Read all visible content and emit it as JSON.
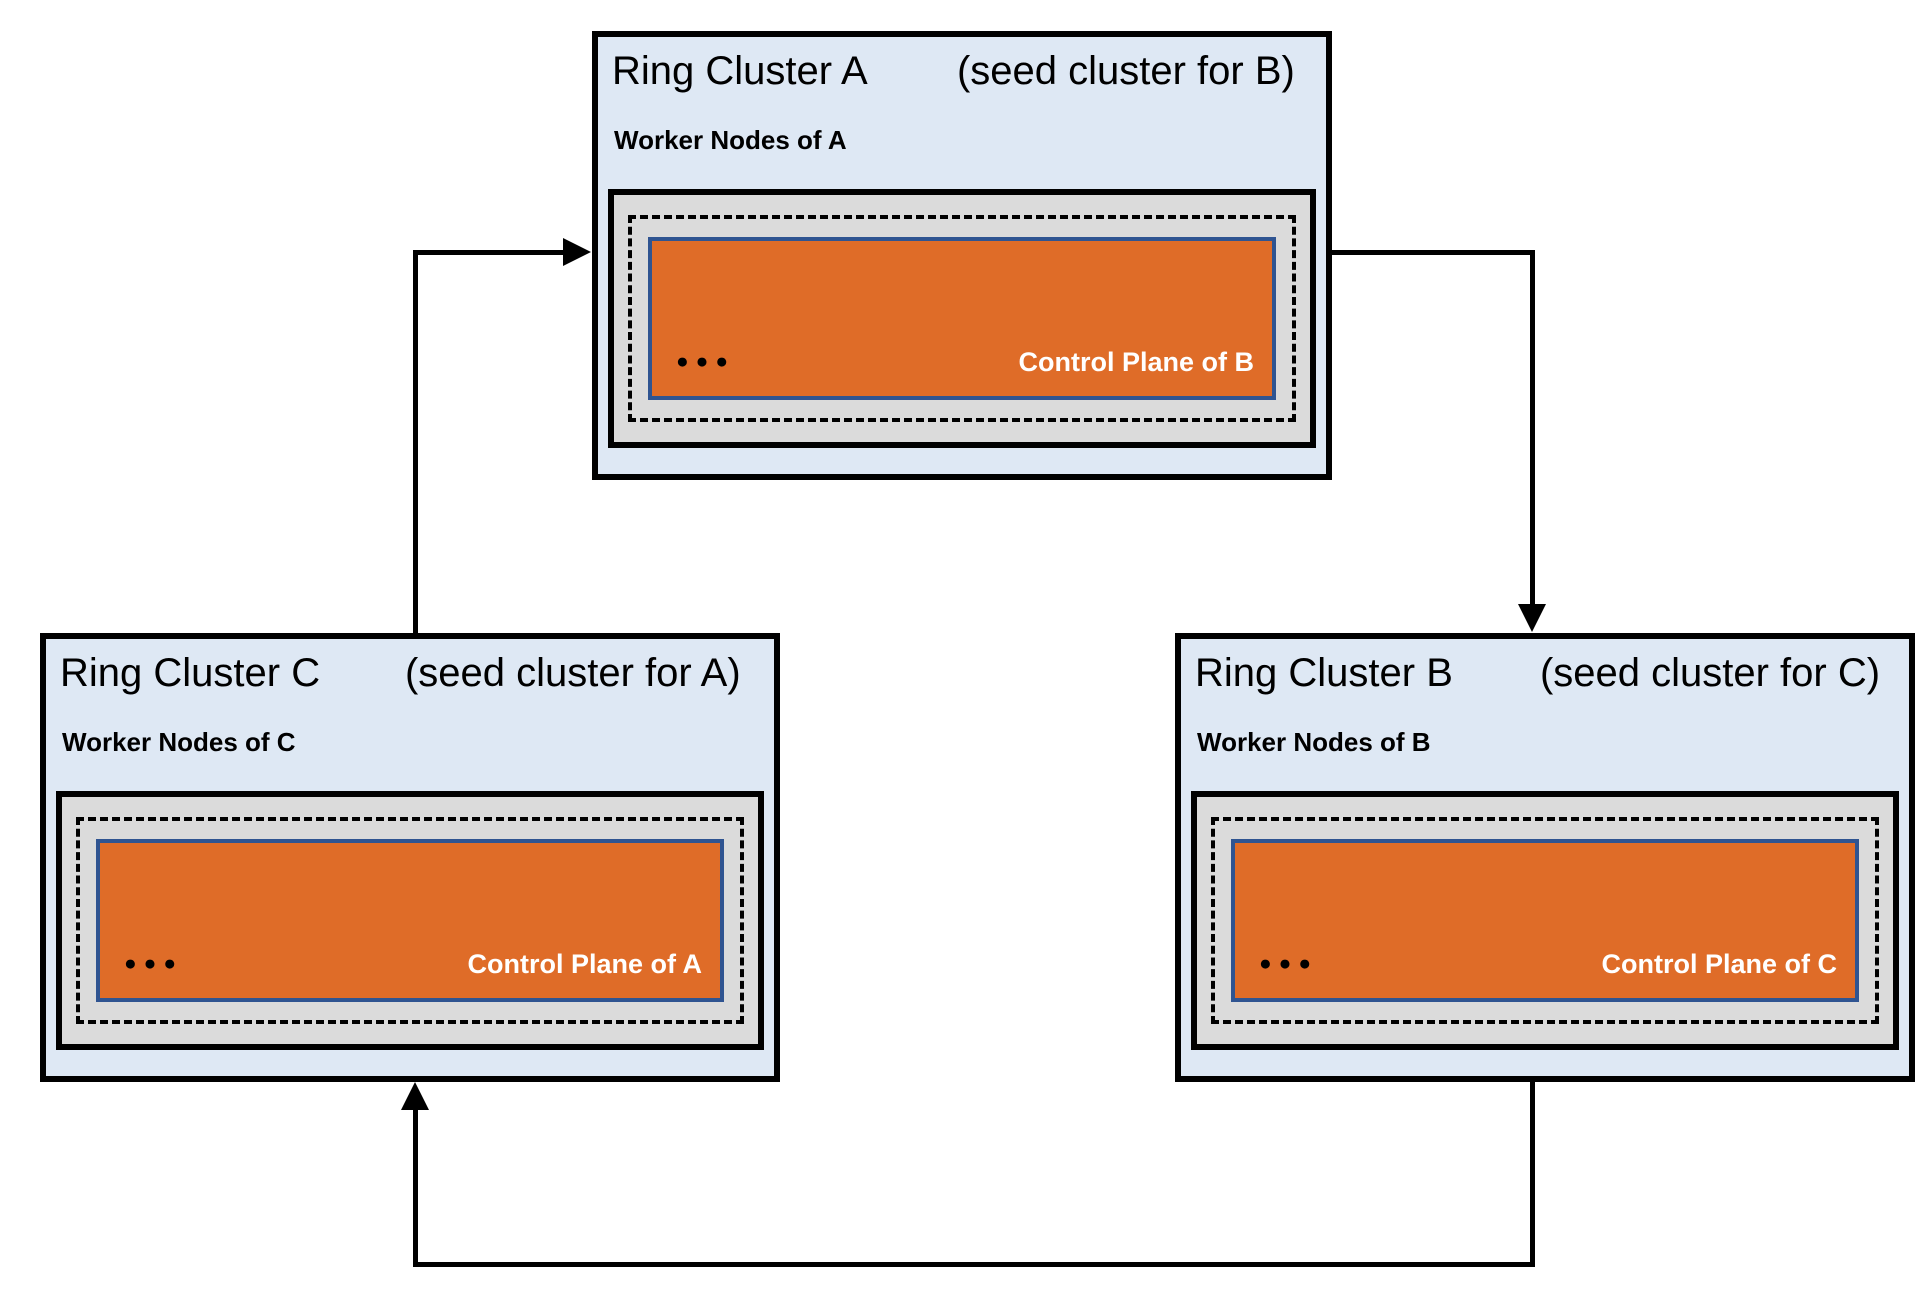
{
  "clusters": [
    {
      "id": "A",
      "title": "Ring Cluster A",
      "seed_note": "(seed cluster for B)",
      "worker_label": "Worker Nodes of A",
      "control_plane_label": "Control Plane of B",
      "ellipsis": "●●●"
    },
    {
      "id": "B",
      "title": "Ring Cluster B",
      "seed_note": "(seed cluster for C)",
      "worker_label": "Worker Nodes of B",
      "control_plane_label": "Control Plane of C",
      "ellipsis": "●●●"
    },
    {
      "id": "C",
      "title": "Ring Cluster C",
      "seed_note": "(seed cluster for A)",
      "worker_label": "Worker Nodes of C",
      "control_plane_label": "Control Plane of A",
      "ellipsis": "●●●"
    }
  ],
  "arrows": [
    {
      "from": "A",
      "to": "B"
    },
    {
      "from": "B",
      "to": "C"
    },
    {
      "from": "C",
      "to": "A"
    }
  ],
  "colors": {
    "background": "#FFFFFF",
    "cluster_fill": "#DEE8F4",
    "cluster_border": "#000000",
    "worker_area_fill": "#DBDBDB",
    "control_plane_fill": "#DF6C28",
    "control_plane_border": "#2F5491",
    "control_plane_text": "#FFFFFF",
    "arrow": "#000000"
  }
}
